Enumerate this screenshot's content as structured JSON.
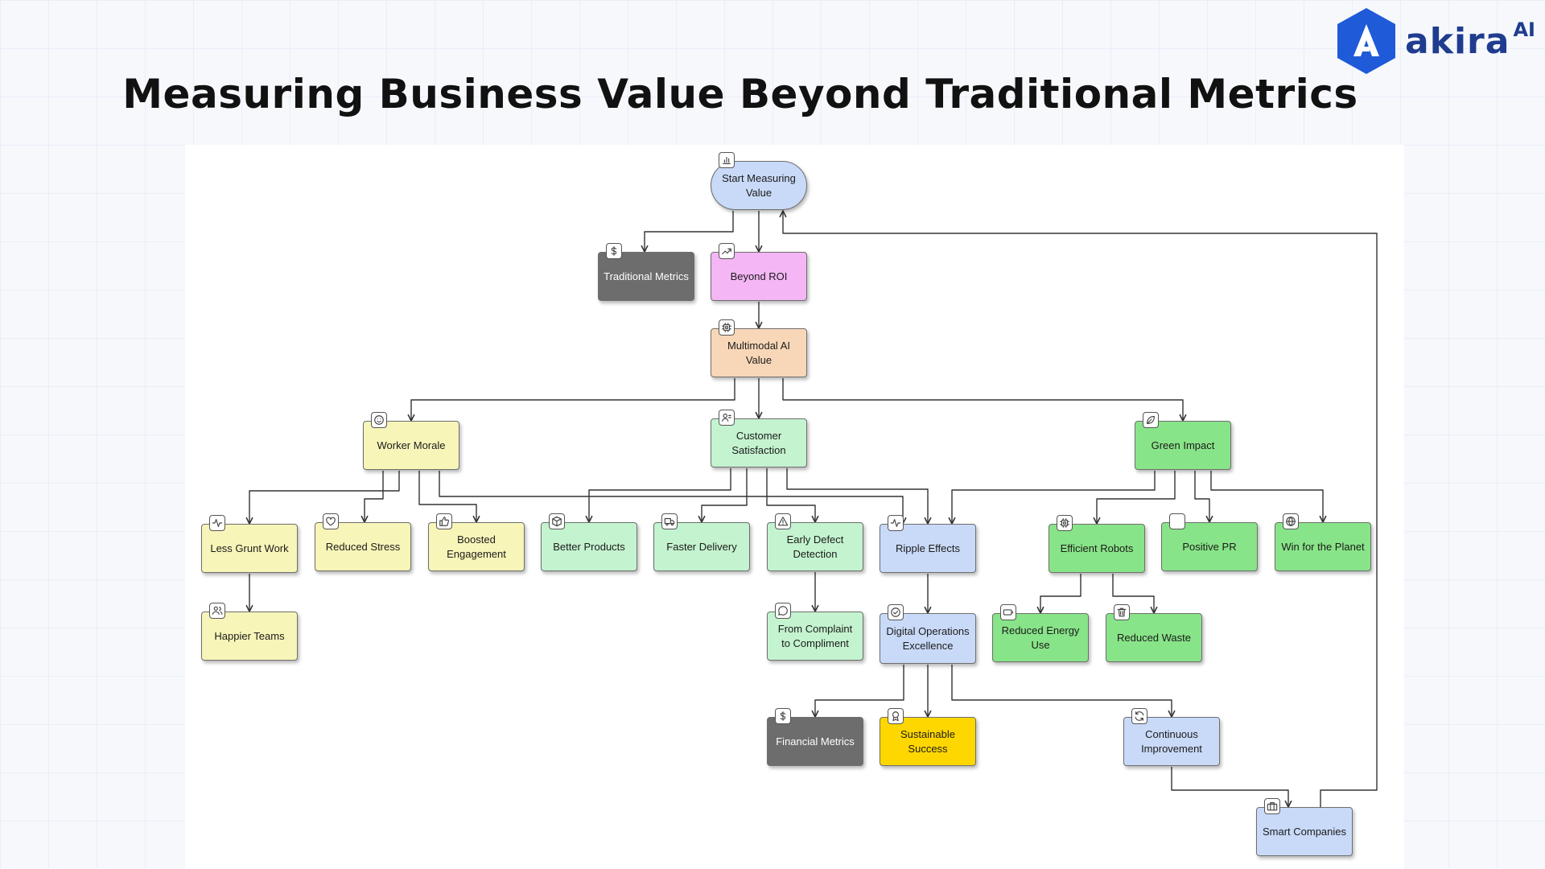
{
  "title": "Measuring Business Value Beyond Traditional Metrics",
  "brand": {
    "name": "akira",
    "suffix": "AI",
    "color": "#1f5ad8"
  },
  "diagram": {
    "nodes": [
      {
        "id": "start",
        "label": "Start Measuring Value",
        "icon": "chart-icon",
        "fill": "#c9daf8"
      },
      {
        "id": "traditional",
        "label": "Traditional Metrics",
        "icon": "dollar-icon",
        "fill": "#6d6d6d"
      },
      {
        "id": "beyond_roi",
        "label": "Beyond ROI",
        "icon": "trending-up-icon",
        "fill": "#f4b6f4"
      },
      {
        "id": "multimodal",
        "label": "Multimodal AI Value",
        "icon": "cpu-icon",
        "fill": "#f8d7b8"
      },
      {
        "id": "worker_morale",
        "label": "Worker Morale",
        "icon": "smile-icon",
        "fill": "#f7f5b8"
      },
      {
        "id": "customer_sat",
        "label": "Customer Satisfaction",
        "icon": "user-icon",
        "fill": "#c4f3cf"
      },
      {
        "id": "green_impact",
        "label": "Green Impact",
        "icon": "leaf-icon",
        "fill": "#88e488"
      },
      {
        "id": "less_grunt",
        "label": "Less Grunt Work",
        "icon": "activity-icon",
        "fill": "#f7f5b8"
      },
      {
        "id": "reduced_stress",
        "label": "Reduced Stress",
        "icon": "heart-icon",
        "fill": "#f7f5b8"
      },
      {
        "id": "boosted_engagement",
        "label": "Boosted Engagement",
        "icon": "thumbs-up-icon",
        "fill": "#f7f5b8"
      },
      {
        "id": "better_products",
        "label": "Better Products",
        "icon": "box-icon",
        "fill": "#c4f3cf"
      },
      {
        "id": "faster_delivery",
        "label": "Faster Delivery",
        "icon": "truck-icon",
        "fill": "#c4f3cf"
      },
      {
        "id": "early_defect",
        "label": "Early Defect Detection",
        "icon": "warning-icon",
        "fill": "#c4f3cf"
      },
      {
        "id": "ripple",
        "label": "Ripple Effects",
        "icon": "activity-icon",
        "fill": "#c9daf8"
      },
      {
        "id": "efficient_robots",
        "label": "Efficient Robots",
        "icon": "cpu-icon",
        "fill": "#88e488"
      },
      {
        "id": "positive_pr",
        "label": "Positive PR",
        "icon": "",
        "fill": "#88e488"
      },
      {
        "id": "win_planet",
        "label": "Win for the Planet",
        "icon": "globe-icon",
        "fill": "#88e488"
      },
      {
        "id": "happier_teams",
        "label": "Happier Teams",
        "icon": "users-icon",
        "fill": "#f7f5b8"
      },
      {
        "id": "complaint",
        "label": "From Complaint to Compliment",
        "icon": "message-icon",
        "fill": "#c4f3cf"
      },
      {
        "id": "digital_ops",
        "label": "Digital Operations Excellence",
        "icon": "check-circle-icon",
        "fill": "#c9daf8"
      },
      {
        "id": "reduced_energy",
        "label": "Reduced Energy Use",
        "icon": "battery-icon",
        "fill": "#88e488"
      },
      {
        "id": "reduced_waste",
        "label": "Reduced Waste",
        "icon": "trash-icon",
        "fill": "#88e488"
      },
      {
        "id": "financial",
        "label": "Financial Metrics",
        "icon": "dollar-icon",
        "fill": "#6d6d6d"
      },
      {
        "id": "sustainable",
        "label": "Sustainable Success",
        "icon": "award-icon",
        "fill": "#ffd700"
      },
      {
        "id": "continuous",
        "label": "Continuous Improvement",
        "icon": "refresh-icon",
        "fill": "#c9daf8"
      },
      {
        "id": "smart",
        "label": "Smart Companies",
        "icon": "briefcase-icon",
        "fill": "#c9daf8"
      }
    ],
    "edges": [
      [
        "start",
        "traditional"
      ],
      [
        "start",
        "beyond_roi"
      ],
      [
        "beyond_roi",
        "multimodal"
      ],
      [
        "multimodal",
        "worker_morale"
      ],
      [
        "multimodal",
        "customer_sat"
      ],
      [
        "multimodal",
        "green_impact"
      ],
      [
        "worker_morale",
        "less_grunt"
      ],
      [
        "worker_morale",
        "reduced_stress"
      ],
      [
        "worker_morale",
        "boosted_engagement"
      ],
      [
        "worker_morale",
        "ripple"
      ],
      [
        "customer_sat",
        "better_products"
      ],
      [
        "customer_sat",
        "faster_delivery"
      ],
      [
        "customer_sat",
        "early_defect"
      ],
      [
        "customer_sat",
        "ripple"
      ],
      [
        "green_impact",
        "ripple"
      ],
      [
        "green_impact",
        "efficient_robots"
      ],
      [
        "green_impact",
        "positive_pr"
      ],
      [
        "green_impact",
        "win_planet"
      ],
      [
        "less_grunt",
        "happier_teams"
      ],
      [
        "early_defect",
        "complaint"
      ],
      [
        "ripple",
        "digital_ops"
      ],
      [
        "efficient_robots",
        "reduced_energy"
      ],
      [
        "efficient_robots",
        "reduced_waste"
      ],
      [
        "digital_ops",
        "financial"
      ],
      [
        "digital_ops",
        "sustainable"
      ],
      [
        "digital_ops",
        "continuous"
      ],
      [
        "continuous",
        "smart"
      ],
      [
        "smart",
        "start"
      ]
    ]
  }
}
